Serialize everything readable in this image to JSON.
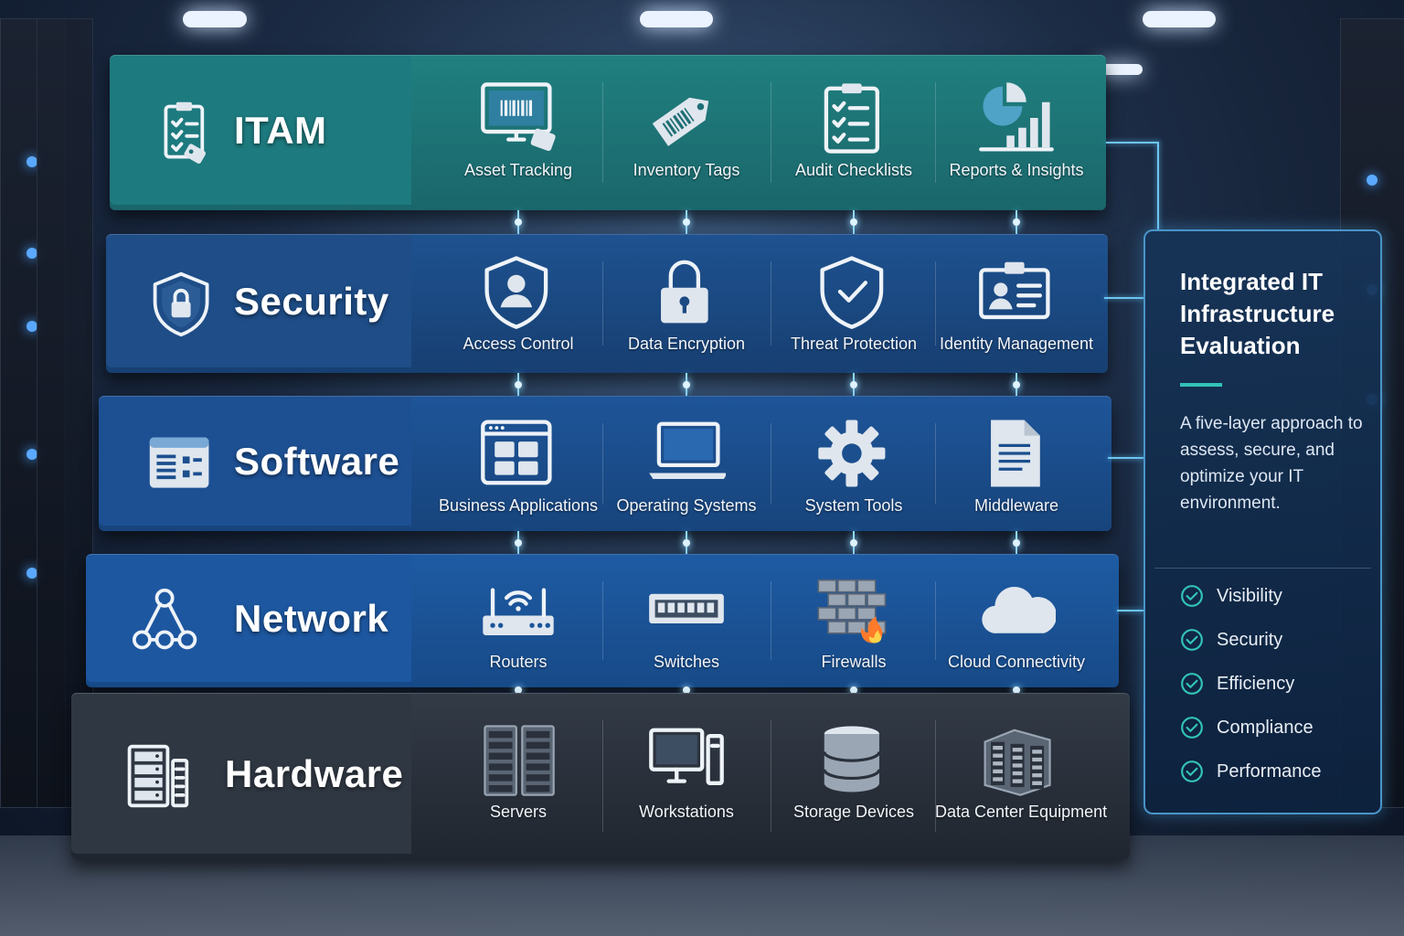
{
  "layers": [
    {
      "name": "ITAM",
      "items": [
        "Asset Tracking",
        "Inventory Tags",
        "Audit Checklists",
        "Reports & Insights"
      ],
      "color": "#1f6f76"
    },
    {
      "name": "Security",
      "items": [
        "Access Control",
        "Data Encryption",
        "Threat Protection",
        "Identity Management"
      ],
      "color": "#1d4a82"
    },
    {
      "name": "Software",
      "items": [
        "Business Applications",
        "Operating Systems",
        "System Tools",
        "Middleware"
      ],
      "color": "#1c4f8e"
    },
    {
      "name": "Network",
      "items": [
        "Routers",
        "Switches",
        "Firewalls",
        "Cloud Connectivity"
      ],
      "color": "#1c5598"
    },
    {
      "name": "Hardware",
      "items": [
        "Servers",
        "Workstations",
        "Storage Devices",
        "Data Center Equipment"
      ],
      "color": "#2a313c"
    }
  ],
  "panel": {
    "title": "Integrated IT Infrastructure Evaluation",
    "description": "A five-layer approach to assess, secure, and optimize your IT environment.",
    "benefits": [
      "Visibility",
      "Security",
      "Efficiency",
      "Compliance",
      "Performance"
    ],
    "accent_color": "#33c3b8"
  },
  "icons": {
    "ITAM": [
      "clipboard-tag-icon",
      "monitor-barcode-icon",
      "tag-barcode-icon",
      "checklist-icon",
      "pie-bar-chart-icon"
    ],
    "Security": [
      "shield-lock-icon",
      "shield-user-icon",
      "padlock-icon",
      "shield-check-icon",
      "id-card-icon"
    ],
    "Software": [
      "app-window-icon",
      "app-grid-icon",
      "laptop-icon",
      "gear-icon",
      "document-icon"
    ],
    "Network": [
      "network-nodes-icon",
      "router-icon",
      "switch-icon",
      "firewall-icon",
      "cloud-icon"
    ],
    "Hardware": [
      "server-rack-icon",
      "servers-icon",
      "workstation-icon",
      "database-icon",
      "data-center-icon"
    ]
  }
}
